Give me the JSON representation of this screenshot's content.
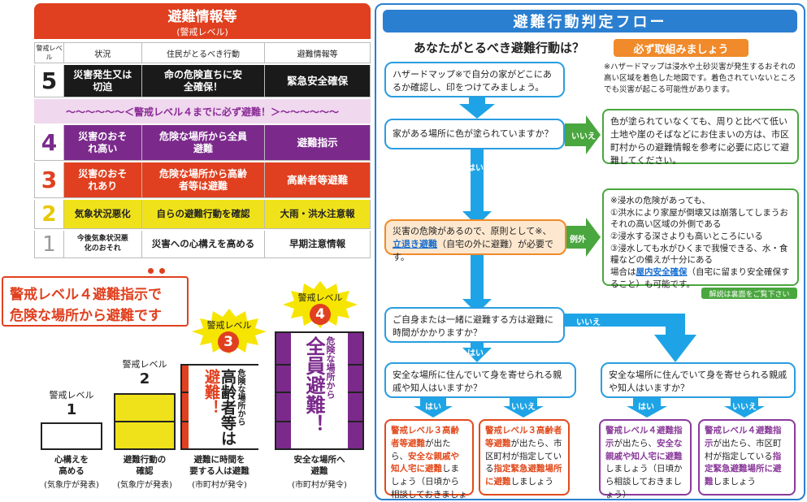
{
  "left": {
    "title": "避難情報等",
    "subtitle": "(警戒レベル)",
    "headers": [
      "警戒レベル",
      "状況",
      "住民がとるべき行動",
      "避難情報等"
    ],
    "rows": [
      {
        "level": "5",
        "situation": "災害発生又は切迫",
        "action": "命の危険直ちに安全確保！",
        "info": "緊急安全確保",
        "bg": "#1a1a1a",
        "fg": "#ffffff"
      },
      {
        "level": "4",
        "situation": "災害のおそれ高い",
        "action": "危険な場所から全員避難",
        "info": "避難指示",
        "bg": "#7b2a8c",
        "fg": "#ffffff"
      },
      {
        "level": "3",
        "situation": "災害のおそれあり",
        "action": "危険な場所から高齢者等は避難",
        "info": "高齢者等避難",
        "bg": "#e0401f",
        "fg": "#ffffff"
      },
      {
        "level": "2",
        "situation": "気象状況悪化",
        "action": "自らの避難行動を確認",
        "info": "大雨・洪水注意報",
        "bg": "#f0e21a",
        "fg": "#222222"
      },
      {
        "level": "1",
        "situation": "今後気象状況悪化のおそれ",
        "action": "災害への心構えを高める",
        "info": "早期注意情報",
        "bg": "#ffffff",
        "fg": "#222222"
      }
    ],
    "banner": "〜〜〜〜〜〜＜警戒レベル４までに必ず避難！＞〜〜〜〜〜〜",
    "callout_line1": "警戒レベル４避難指示で",
    "callout_line2": "危険な場所から避難です",
    "bar_label": "警戒レベル",
    "stairs": [
      {
        "num": "1",
        "caption1": "心構えを",
        "caption2": "高める",
        "source": "(気象庁が発表)"
      },
      {
        "num": "2",
        "caption1": "避難行動の",
        "caption2": "確認",
        "source": "(気象庁が発表)"
      },
      {
        "num": "3",
        "caption1": "避難に時間を",
        "caption2": "要する人は避難",
        "source": "(市町村が発令)",
        "v1": "避難！",
        "v2": "高齢者等は",
        "v3": "危険な場所から"
      },
      {
        "num": "4",
        "caption1": "安全な場所へ",
        "caption2": "避難",
        "source": "(市町村が発令)",
        "v1": "全員避難！",
        "v2": "危険な場所から"
      }
    ]
  },
  "right": {
    "title": "避難行動判定フロー",
    "question": "あなたがとるべき避難行動は？",
    "tag": "必ず取組みましょう",
    "box_hazard": "ハザードマップ※で自分の家がどこにあるか確認し、印をつけてみましょう。",
    "note_hazard": "※ハザードマップは浸水や土砂災害が発生するおそれの高い区域を着色した地図です。着色されていないところでも災害が起こる可能性があります。",
    "box_color_q": "家がある場所に色が塗られていますか？",
    "iie": "いいえ",
    "hai": "はい",
    "box_no_color": "色が塗られていなくても、周りと比べて低い土地や崖のそばなどにお住まいの方は、市区町村からの避難情報を参考に必要に応じて避難してください。",
    "box_evac_1": "災害の危険があるので、原則として※、",
    "box_evac_2": "立退き避難",
    "box_evac_3": "（自宅の外に避難）が必要です。",
    "reigai": "例外",
    "box_exception_1": "※浸水の危険があっても、",
    "box_exception_2": "①洪水により家屋が倒壊又は崩落してしまうおそれの高い区域の外側である",
    "box_exception_3": "②浸水する深さよりも高いところにいる",
    "box_exception_4": "③浸水しても水がひくまで我慢できる、水・食糧などの備えが十分にある",
    "box_exception_5": "場合は",
    "box_exception_6": "屋内安全確保",
    "box_exception_7": "（自宅に留まり安全確保すること）も可能です。",
    "back_note": "解説は裏面をご覧下さい",
    "box_time_q": "ご自身または一緒に避難する方は避難に時間がかかりますか？",
    "box_friend_q": "安全な場所に住んでいて身を寄せられる親戚や知人はいますか？",
    "r1_a": "警戒レベル３高齢者等避難",
    "r1_b": "が出たら、",
    "r1_c": "安全な親戚や知人宅に避難",
    "r1_d": "しましょう（日頃から相談しておきましょう）",
    "r2_a": "警戒レベル３高齢者等避難",
    "r2_b": "が出たら、市区町村が指定している",
    "r2_c": "指定緊急避難場所に避難",
    "r2_d": "しましょう",
    "r3_a": "警戒レベル４避難指示",
    "r3_b": "が出たら、",
    "r3_c": "安全な親戚や知人宅に避難",
    "r3_d": "しましょう（日頃から相談しておきましょう）",
    "r4_a": "警戒レベル４避難指示",
    "r4_b": "が出たら、市区町村が指定している",
    "r4_c": "指定緊急避難場所に避難",
    "r4_d": "しましょう"
  }
}
